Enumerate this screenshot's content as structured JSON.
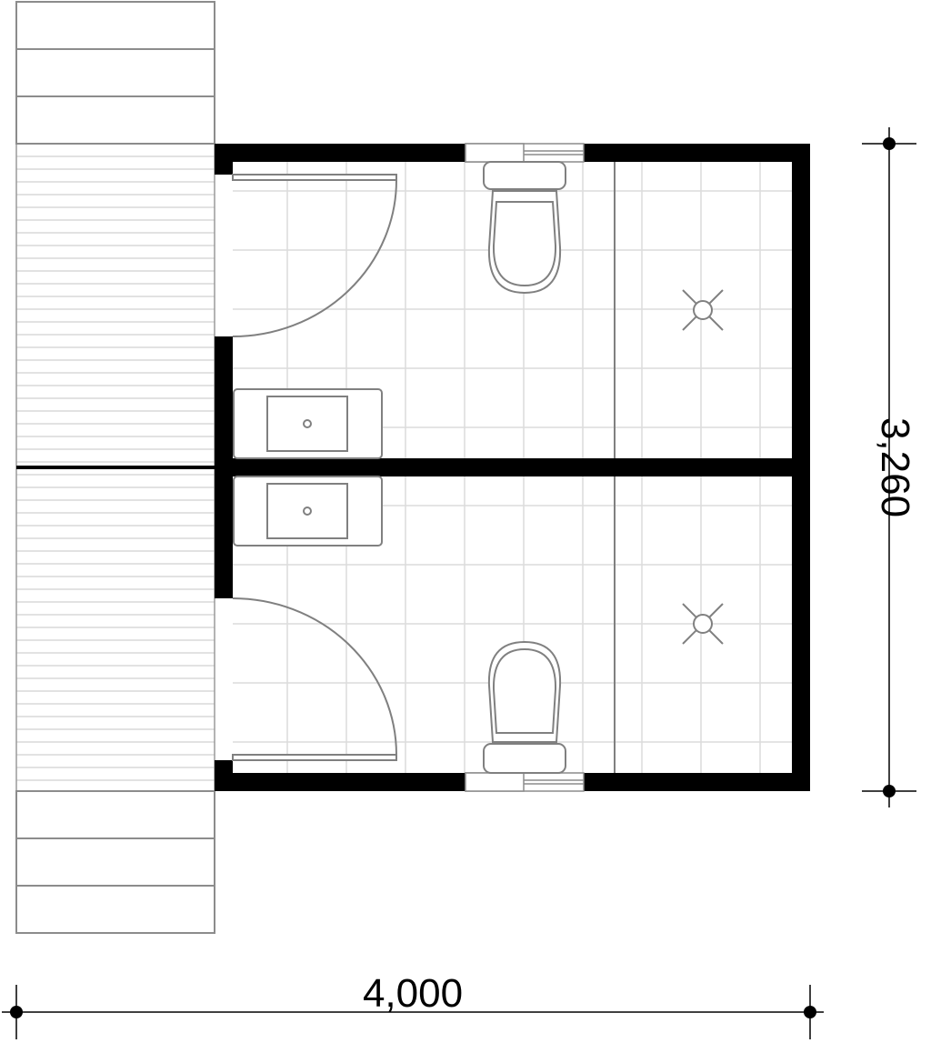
{
  "dimensions": {
    "width_label": "4,000",
    "height_label": "3,260"
  },
  "colors": {
    "wall": "#000000",
    "tile_grid": "#dcdcdc",
    "fixture_stroke": "#808080",
    "deck_line": "#d8d8d8",
    "stair_stroke": "#8c8c8c",
    "background": "#ffffff"
  },
  "rooms": [
    {
      "id": "upper-bathroom",
      "fixtures": [
        "door",
        "toilet",
        "sink",
        "shower-drain",
        "window"
      ]
    },
    {
      "id": "lower-bathroom",
      "fixtures": [
        "door",
        "toilet",
        "sink",
        "shower-drain",
        "window"
      ]
    }
  ]
}
